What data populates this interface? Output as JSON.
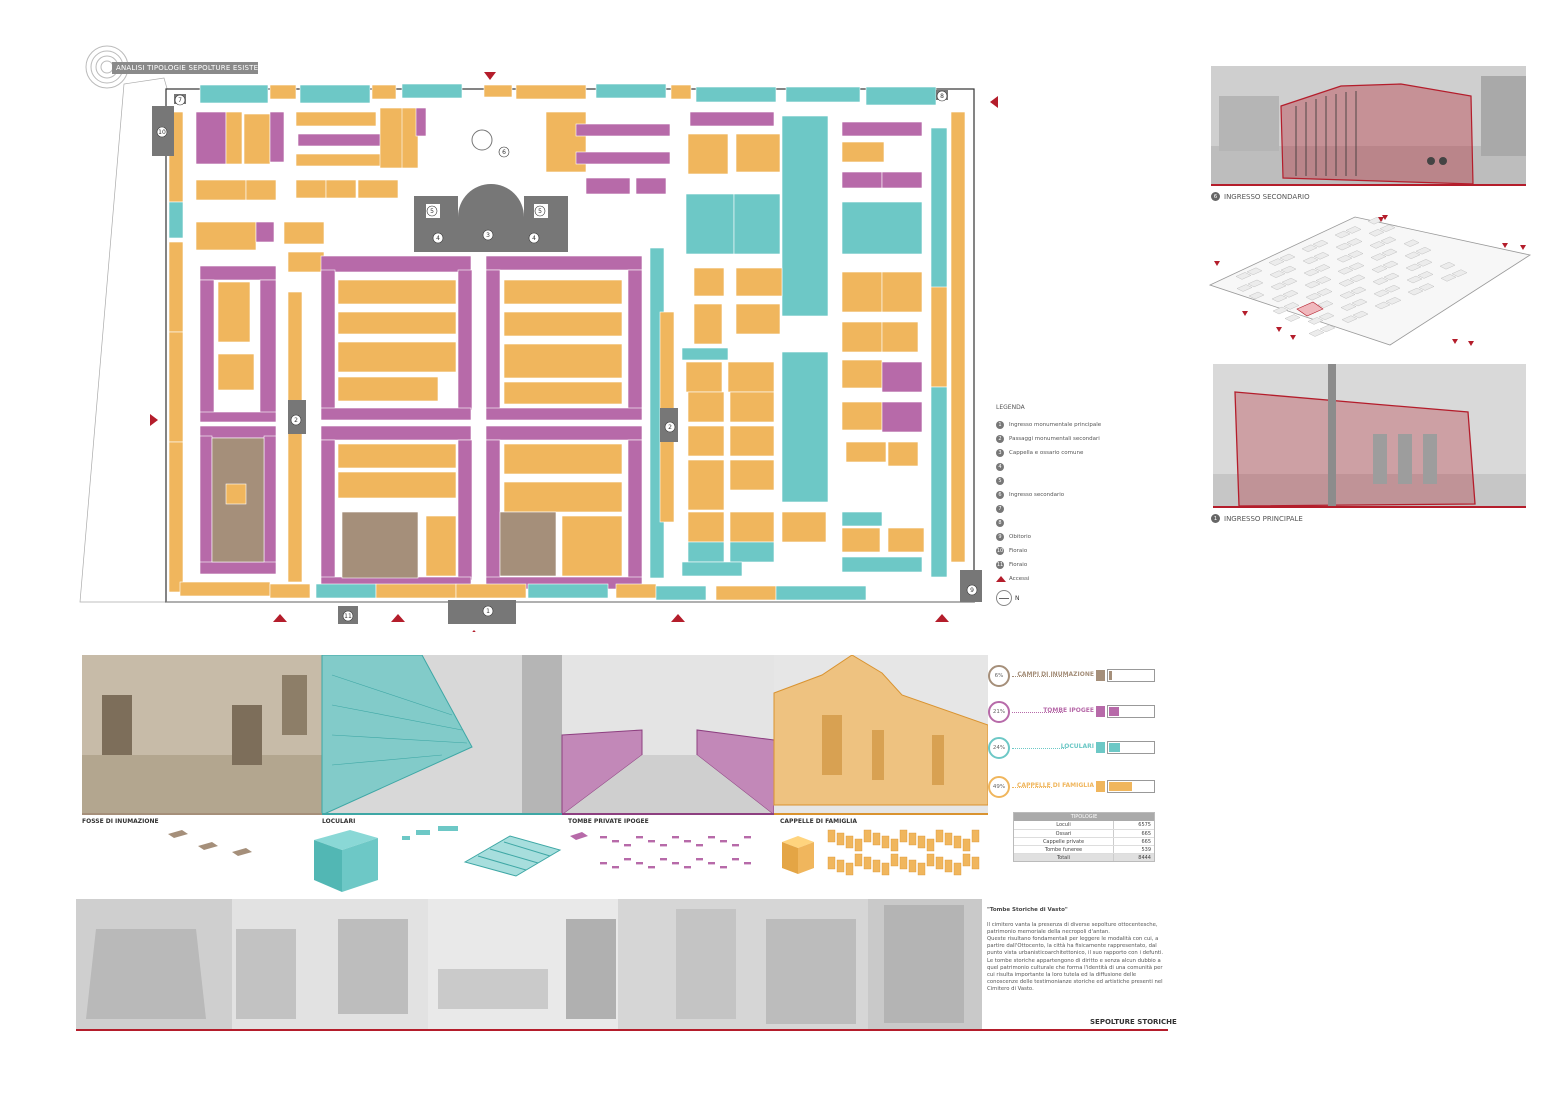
{
  "title": {
    "text": "ANALISI TIPOLOGIE SEPOLTURE ESISTENTI"
  },
  "colors": {
    "inhumation": "#a58f7a",
    "hypogeum": "#b76aa9",
    "loculi": "#6dc8c6",
    "chapels": "#f0b65d",
    "accent": "#b41d2b",
    "building": "#777777"
  },
  "legend": {
    "title": "LEGENDA",
    "items": [
      {
        "num": "1",
        "label": "Ingresso monumentale principale"
      },
      {
        "num": "2",
        "label": "Passaggi monumentali secondari"
      },
      {
        "num": "3",
        "label": "Cappella e ossario comune"
      },
      {
        "num": "4",
        "label": ""
      },
      {
        "num": "5",
        "label": ""
      },
      {
        "num": "6",
        "label": "Ingresso secondario"
      },
      {
        "num": "7",
        "label": ""
      },
      {
        "num": "8",
        "label": ""
      },
      {
        "num": "9",
        "label": "Obitorio"
      },
      {
        "num": "10",
        "label": "Fioraio"
      },
      {
        "num": "11",
        "label": "Fioraio"
      }
    ],
    "access_label": "Accessi",
    "north_label": "N"
  },
  "plan_markers": [
    "1",
    "2",
    "2",
    "3",
    "4",
    "4",
    "5",
    "5",
    "6",
    "7",
    "8",
    "9",
    "10",
    "11"
  ],
  "photos": {
    "secondary": {
      "num": "6",
      "label": "INGRESSO SECONDARIO"
    },
    "main": {
      "num": "1",
      "label": "INGRESSO PRINCIPALE"
    }
  },
  "typologies": {
    "labels": [
      "FOSSE DI INUMAZIONE",
      "LOCULARI",
      "TOMBE PRIVATE IPOGEE",
      "CAPPELLE DI FAMIGLIA"
    ],
    "stats": [
      {
        "percent": "6%",
        "label": "CAMPI DI INUMAZIONE",
        "value": 0.06,
        "color": "#a58f7a"
      },
      {
        "percent": "21%",
        "label": "TOMBE IPOGEE",
        "value": 0.21,
        "color": "#b76aa9"
      },
      {
        "percent": "24%",
        "label": "LOCULARI",
        "value": 0.24,
        "color": "#6dc8c6"
      },
      {
        "percent": "49%",
        "label": "CAPPELLE DI FAMIGLIA",
        "value": 0.49,
        "color": "#f0b65d"
      }
    ]
  },
  "table": {
    "header": "TIPOLOGIE",
    "rows": [
      {
        "name": "Loculi",
        "value": "6575"
      },
      {
        "name": "Ossari",
        "value": "665"
      },
      {
        "name": "Cappelle private",
        "value": "665"
      },
      {
        "name": "Tombe funeree",
        "value": "539"
      }
    ],
    "total": {
      "name": "Totali",
      "value": "8444"
    }
  },
  "historic": {
    "title": "\"Tombe Storiche di Vasto\"",
    "paragraphs": [
      "Il cimitero vanta la presenza di diverse sepolture ottocentesche, patrimonio memoriale della necropoli d'antan.",
      "Queste risultano fondamentali per leggere le modalità con cui, a partire dall'Ottocento, la città ha fisicamente rappresentato, dal punto vista urbanisticoarchitettonico, il suo rapporto con i defunti.",
      "Le tombe storiche appartengono di diritto e senza alcun dubbio a quel patrimonio culturale che forma l'identità di una comunità per cui risulta importante la loro tutela ed la diffusione delle conoscenze delle testimonianze storiche ed artistiche presenti nel Cimitero di Vasto."
    ],
    "section_label": "SEPOLTURE STORICHE"
  }
}
